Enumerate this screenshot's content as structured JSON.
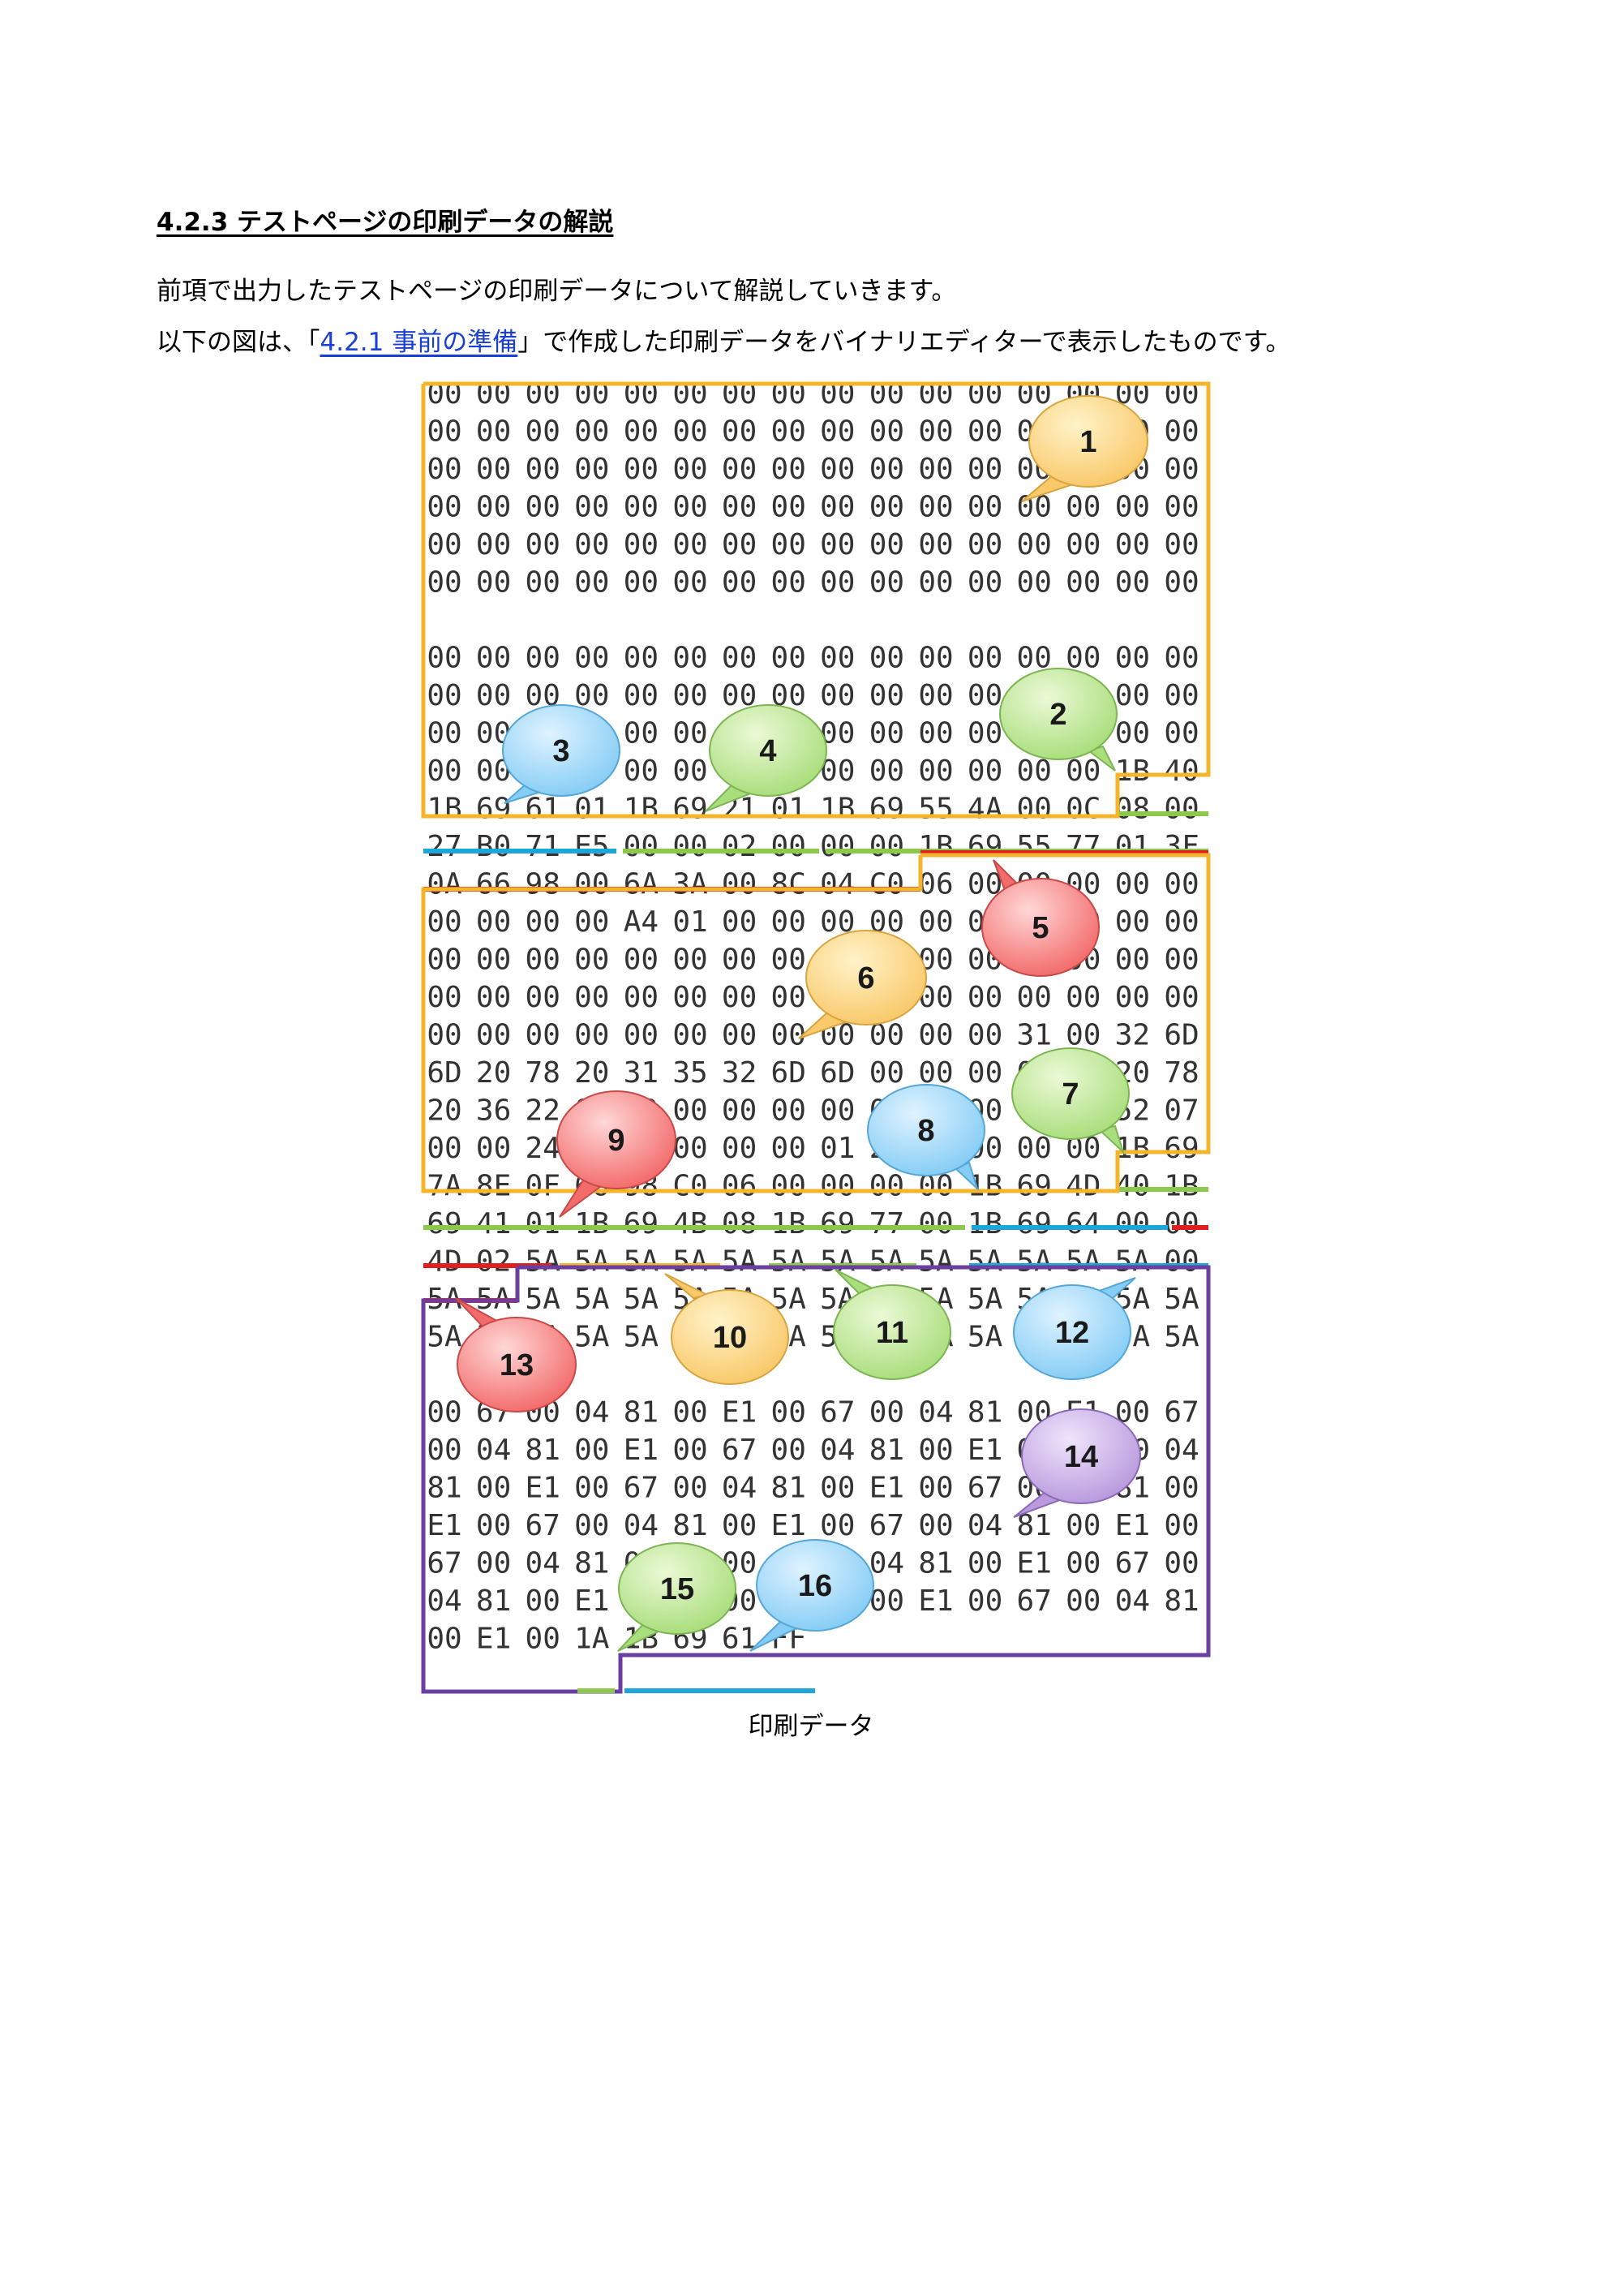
{
  "heading": "4.2.3 テストページの印刷データの解説",
  "para1": "前項で出力したテストページの印刷データについて解説していきます。",
  "para2": {
    "before": "以下の図は、「",
    "link": "4.2.1 事前の準備",
    "after": "」で作成した印刷データをバイナリエディターで表示したものです。"
  },
  "caption": "印刷データ",
  "colors": {
    "orange": "#f5b52a",
    "green": "#8cc84b",
    "blue": "#1fa6d9",
    "red": "#e02020",
    "purple": "#6b3fa0",
    "link": "#1a3fd6"
  },
  "hex_rows": [
    [
      "00",
      "00",
      "00",
      "00",
      "00",
      "00",
      "00",
      "00",
      "00",
      "00",
      "00",
      "00",
      "00",
      "00",
      "00",
      "00"
    ],
    [
      "00",
      "00",
      "00",
      "00",
      "00",
      "00",
      "00",
      "00",
      "00",
      "00",
      "00",
      "00",
      "00",
      "00",
      "00",
      "00"
    ],
    [
      "00",
      "00",
      "00",
      "00",
      "00",
      "00",
      "00",
      "00",
      "00",
      "00",
      "00",
      "00",
      "00",
      "00",
      "00",
      "00"
    ],
    [
      "00",
      "00",
      "00",
      "00",
      "00",
      "00",
      "00",
      "00",
      "00",
      "00",
      "00",
      "00",
      "00",
      "00",
      "00",
      "00"
    ],
    [
      "00",
      "00",
      "00",
      "00",
      "00",
      "00",
      "00",
      "00",
      "00",
      "00",
      "00",
      "00",
      "00",
      "00",
      "00",
      "00"
    ],
    [
      "00",
      "00",
      "00",
      "00",
      "00",
      "00",
      "00",
      "00",
      "00",
      "00",
      "00",
      "00",
      "00",
      "00",
      "00",
      "00"
    ],
    [],
    [
      "00",
      "00",
      "00",
      "00",
      "00",
      "00",
      "00",
      "00",
      "00",
      "00",
      "00",
      "00",
      "00",
      "00",
      "00",
      "00"
    ],
    [
      "00",
      "00",
      "00",
      "00",
      "00",
      "00",
      "00",
      "00",
      "00",
      "00",
      "00",
      "00",
      "00",
      "00",
      "00",
      "00"
    ],
    [
      "00",
      "00",
      "00",
      "00",
      "00",
      "00",
      "00",
      "00",
      "00",
      "00",
      "00",
      "00",
      "00",
      "00",
      "00",
      "00"
    ],
    [
      "00",
      "00",
      "00",
      "00",
      "00",
      "00",
      "00",
      "00",
      "00",
      "00",
      "00",
      "00",
      "00",
      "00",
      "1B",
      "40"
    ],
    [
      "1B",
      "69",
      "61",
      "01",
      "1B",
      "69",
      "21",
      "01",
      "1B",
      "69",
      "55",
      "4A",
      "00",
      "0C",
      "08",
      "00"
    ],
    [
      "27",
      "B0",
      "71",
      "E5",
      "00",
      "00",
      "02",
      "00",
      "00",
      "00",
      "1B",
      "69",
      "55",
      "77",
      "01",
      "3F"
    ],
    [
      "0A",
      "66",
      "98",
      "00",
      "6A",
      "3A",
      "00",
      "8C",
      "04",
      "C0",
      "06",
      "00",
      "00",
      "00",
      "00",
      "00"
    ],
    [
      "00",
      "00",
      "00",
      "00",
      "A4",
      "01",
      "00",
      "00",
      "00",
      "00",
      "00",
      "00",
      "00",
      "00",
      "00",
      "00"
    ],
    [
      "00",
      "00",
      "00",
      "00",
      "00",
      "00",
      "00",
      "00",
      "00",
      "00",
      "00",
      "00",
      "00",
      "00",
      "00",
      "00"
    ],
    [
      "00",
      "00",
      "00",
      "00",
      "00",
      "00",
      "00",
      "00",
      "00",
      "00",
      "00",
      "00",
      "00",
      "00",
      "00",
      "00"
    ],
    [
      "00",
      "00",
      "00",
      "00",
      "00",
      "00",
      "00",
      "00",
      "00",
      "00",
      "00",
      "00",
      "31",
      "00",
      "32",
      "6D"
    ],
    [
      "6D",
      "20",
      "78",
      "20",
      "31",
      "35",
      "32",
      "6D",
      "6D",
      "00",
      "00",
      "00",
      "00",
      "20",
      "20",
      "78"
    ],
    [
      "20",
      "36",
      "22",
      "00",
      "00",
      "00",
      "00",
      "00",
      "00",
      "00",
      "00",
      "00",
      "00",
      "00",
      "52",
      "07"
    ],
    [
      "00",
      "00",
      "24",
      "00",
      "00",
      "00",
      "00",
      "00",
      "01",
      "24",
      "00",
      "00",
      "00",
      "00",
      "1B",
      "69"
    ],
    [
      "7A",
      "8E",
      "0F",
      "66",
      "98",
      "C0",
      "06",
      "00",
      "00",
      "00",
      "00",
      "1B",
      "69",
      "4D",
      "40",
      "1B"
    ],
    [
      "69",
      "41",
      "01",
      "1B",
      "69",
      "4B",
      "08",
      "1B",
      "69",
      "77",
      "00",
      "1B",
      "69",
      "64",
      "00",
      "00"
    ],
    [
      "4D",
      "02",
      "5A",
      "5A",
      "5A",
      "5A",
      "5A",
      "5A",
      "5A",
      "5A",
      "5A",
      "5A",
      "5A",
      "5A",
      "5A",
      "00"
    ],
    [
      "5A",
      "5A",
      "5A",
      "5A",
      "5A",
      "5A",
      "5A",
      "5A",
      "5A",
      "5A",
      "5A",
      "5A",
      "5A",
      "5A",
      "5A",
      "5A"
    ],
    [
      "5A",
      "5A",
      "5A",
      "5A",
      "5A",
      "5A",
      "5A",
      "5A",
      "5A",
      "5A",
      "5A",
      "5A",
      "5A",
      "5A",
      "5A",
      "5A"
    ],
    [],
    [
      "00",
      "67",
      "00",
      "04",
      "81",
      "00",
      "E1",
      "00",
      "67",
      "00",
      "04",
      "81",
      "00",
      "E1",
      "00",
      "67"
    ],
    [
      "00",
      "04",
      "81",
      "00",
      "E1",
      "00",
      "67",
      "00",
      "04",
      "81",
      "00",
      "E1",
      "00",
      "67",
      "00",
      "04"
    ],
    [
      "81",
      "00",
      "E1",
      "00",
      "67",
      "00",
      "04",
      "81",
      "00",
      "E1",
      "00",
      "67",
      "00",
      "04",
      "81",
      "00"
    ],
    [
      "E1",
      "00",
      "67",
      "00",
      "04",
      "81",
      "00",
      "E1",
      "00",
      "67",
      "00",
      "04",
      "81",
      "00",
      "E1",
      "00"
    ],
    [
      "67",
      "00",
      "04",
      "81",
      "00",
      "E1",
      "00",
      "67",
      "00",
      "04",
      "81",
      "00",
      "E1",
      "00",
      "67",
      "00"
    ],
    [
      "04",
      "81",
      "00",
      "E1",
      "00",
      "67",
      "00",
      "04",
      "81",
      "00",
      "E1",
      "00",
      "67",
      "00",
      "04",
      "81"
    ],
    [
      "00",
      "E1",
      "00",
      "1A",
      "1B",
      "69",
      "61",
      "FF"
    ]
  ],
  "callouts": [
    {
      "label": "1",
      "color": "orange"
    },
    {
      "label": "2",
      "color": "green"
    },
    {
      "label": "3",
      "color": "blue"
    },
    {
      "label": "4",
      "color": "green"
    },
    {
      "label": "5",
      "color": "red"
    },
    {
      "label": "6",
      "color": "orange"
    },
    {
      "label": "7",
      "color": "green"
    },
    {
      "label": "8",
      "color": "blue"
    },
    {
      "label": "9",
      "color": "red"
    },
    {
      "label": "10",
      "color": "orange"
    },
    {
      "label": "11",
      "color": "green"
    },
    {
      "label": "12",
      "color": "blue"
    },
    {
      "label": "13",
      "color": "red"
    },
    {
      "label": "14",
      "color": "purple"
    },
    {
      "label": "15",
      "color": "green"
    },
    {
      "label": "16",
      "color": "blue"
    }
  ]
}
